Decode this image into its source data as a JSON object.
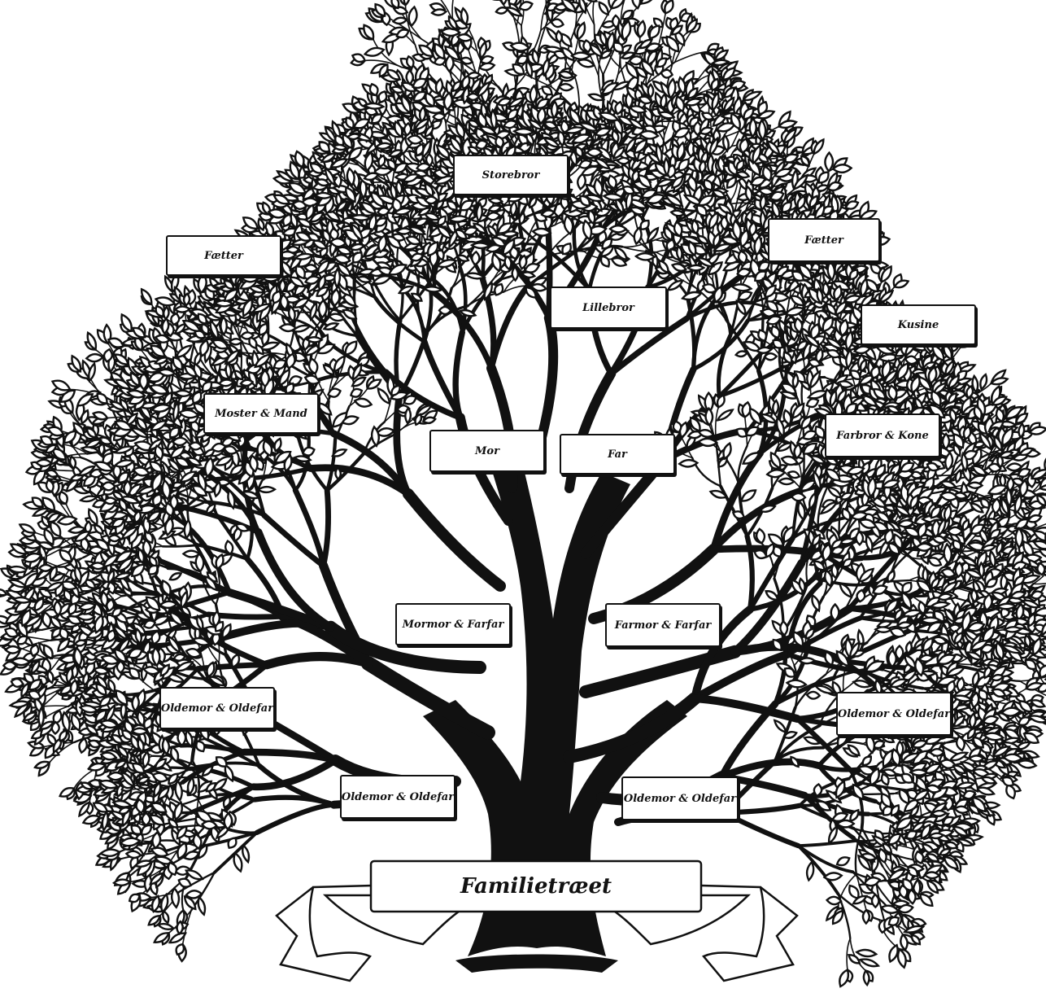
{
  "title": "Familietræet",
  "colors": {
    "ink": "#111111",
    "paper": "#ffffff"
  },
  "labels": {
    "storebror": "Storebror",
    "faetter_left": "Fætter",
    "faetter_right": "Fætter",
    "lillebror": "Lillebror",
    "kusine": "Kusine",
    "moster_mand": "Moster & Mand",
    "farbror_kone": "Farbror & Kone",
    "mor": "Mor",
    "far": "Far",
    "mormor_farfar": "Mormor & Farfar",
    "farmor_farfar": "Farmor & Farfar",
    "oldemor_oldefar_1": "Oldemor & Oldefar",
    "oldemor_oldefar_2": "Oldemor & Oldefar",
    "oldemor_oldefar_3": "Oldemor & Oldefar",
    "oldemor_oldefar_4": "Oldemor & Oldefar"
  }
}
